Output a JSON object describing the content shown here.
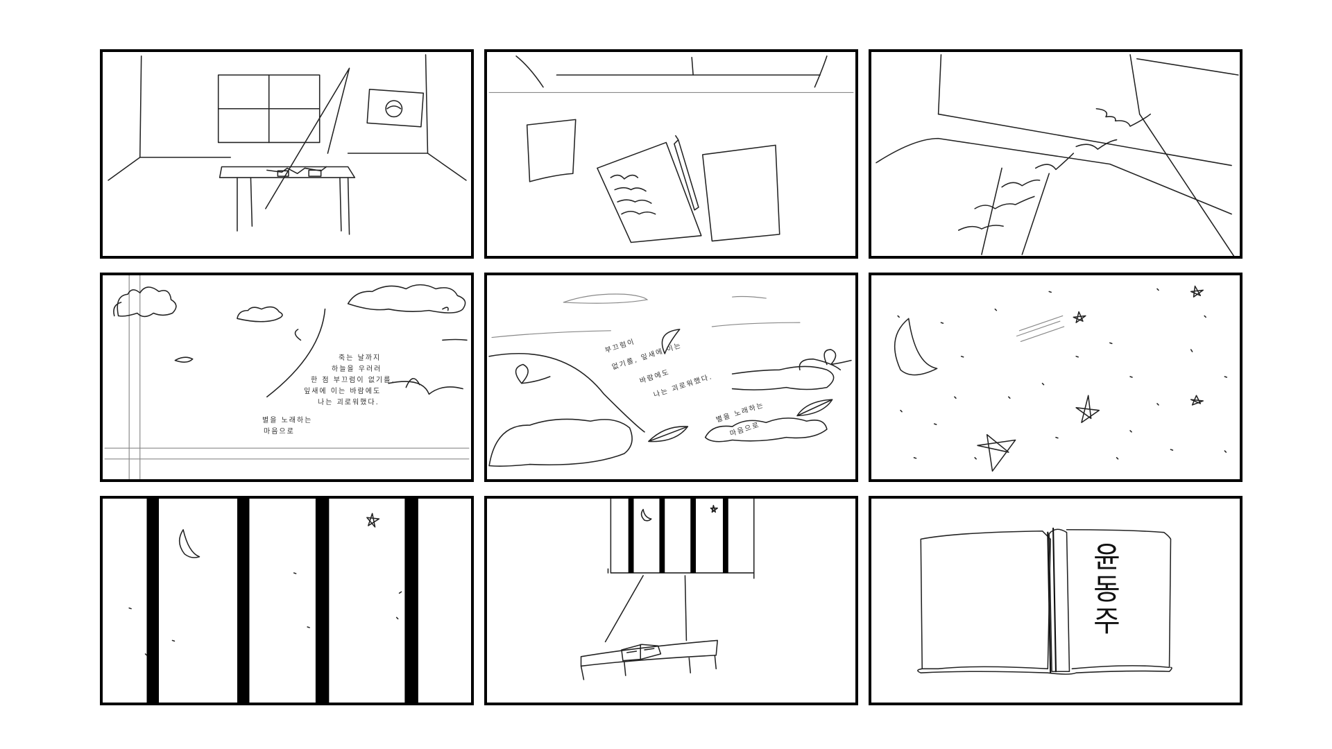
{
  "storyboard": {
    "panels": [
      {
        "id": "room-with-window-and-flag"
      },
      {
        "id": "desk-papers-pencil"
      },
      {
        "id": "cracked-wall-light"
      },
      {
        "id": "sky-clouds-poem",
        "poem": {
          "line1": "죽는 날까지",
          "line2": "하늘을 우러러",
          "line3": "한 점 부끄럼이 없기를,",
          "line4": "잎새에 이는 바람에도",
          "line5": "나는 괴로워했다.",
          "line6": "별을 노래하는",
          "line7": "마음으로"
        }
      },
      {
        "id": "clouds-leaves-poem",
        "poem": {
          "line1": "부끄럼이",
          "line2": "없기를, 잎새에 이는",
          "line3": "바람에도",
          "line4": "나는 괴로워했다.",
          "line5": "별을 노래하는",
          "line6": "마음으로"
        }
      },
      {
        "id": "night-sky-moon-stars"
      },
      {
        "id": "prison-bars-moon-star"
      },
      {
        "id": "barred-window-desk-book"
      },
      {
        "id": "open-book-title",
        "book": {
          "title": "윤동주"
        }
      }
    ]
  }
}
